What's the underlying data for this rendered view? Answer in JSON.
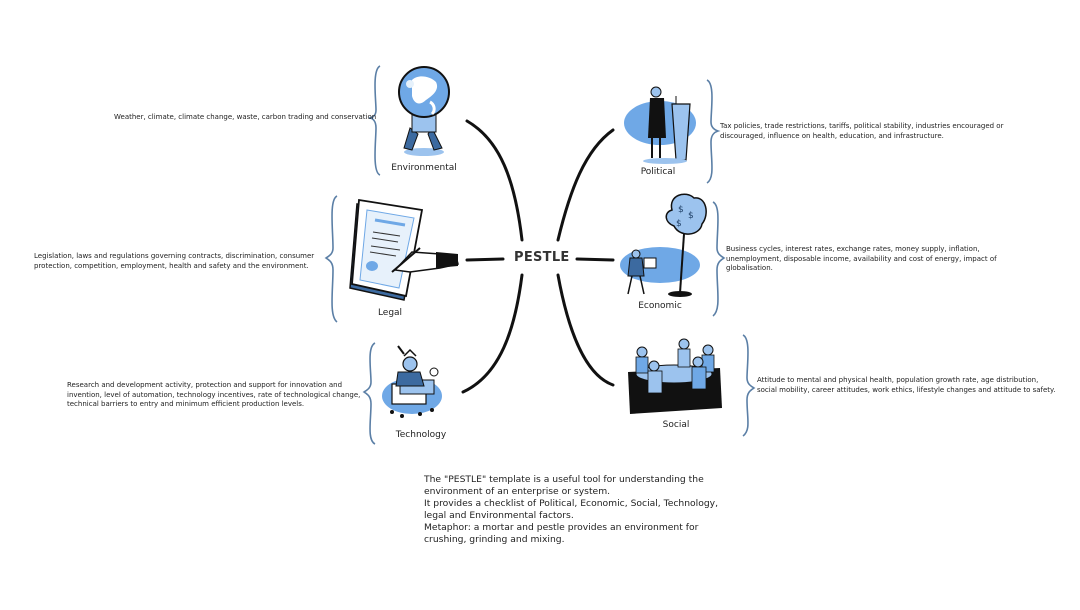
{
  "diagram": {
    "center": {
      "title": "PESTLE"
    },
    "colors": {
      "accent_blue": "#6fa8e6",
      "brace_blue": "#5b7fa6",
      "line": "#111111",
      "text": "#222222"
    },
    "nodes": [
      {
        "id": "environmental",
        "label": "Environmental",
        "icon": "globe-atlas-icon",
        "description": "Weather, climate, climate change, waste, carbon trading and conservation"
      },
      {
        "id": "legal",
        "label": "Legal",
        "icon": "signing-document-icon",
        "description_lines": [
          "Legislation, laws and regulations governing contracts, discrimination, consumer",
          "protection, competition, employment, health and safety and the environment."
        ]
      },
      {
        "id": "technology",
        "label": "Technology",
        "icon": "engineer-tinkering-icon",
        "description_lines": [
          "Research and development activity, protection and support for innovation and",
          "invention, level of automation, technology incentives, rate of technological change,",
          "technical barriers to entry and minimum efficient production levels."
        ]
      },
      {
        "id": "political",
        "label": "Political",
        "icon": "speaker-podium-icon",
        "description_lines": [
          "Tax policies, trade restrictions, tariffs, political stability, industries encouraged or",
          "discouraged, influence on health, education, and infrastructure."
        ]
      },
      {
        "id": "economic",
        "label": "Economic",
        "icon": "money-tree-icon",
        "description_lines": [
          "Business cycles, interest rates, exchange rates, money supply, inflation,",
          "unemployment, disposable income, availability and cost of energy, impact of",
          "globalisation."
        ]
      },
      {
        "id": "social",
        "label": "Social",
        "icon": "group-meeting-icon",
        "description_lines": [
          "Attitude to mental and physical health, population growth rate, age distribution,",
          "social mobility, career attitudes, work ethics, lifestyle changes and attitude to safety."
        ]
      }
    ],
    "footer_lines": [
      "The \"PESTLE\" template is a useful tool for understanding the",
      "environment of an enterprise or system.",
      "It provides a checklist of Political, Economic, Social, Technology,",
      "legal and Environmental factors.",
      "Metaphor: a mortar and pestle provides an environment for",
      "crushing, grinding and mixing."
    ]
  }
}
